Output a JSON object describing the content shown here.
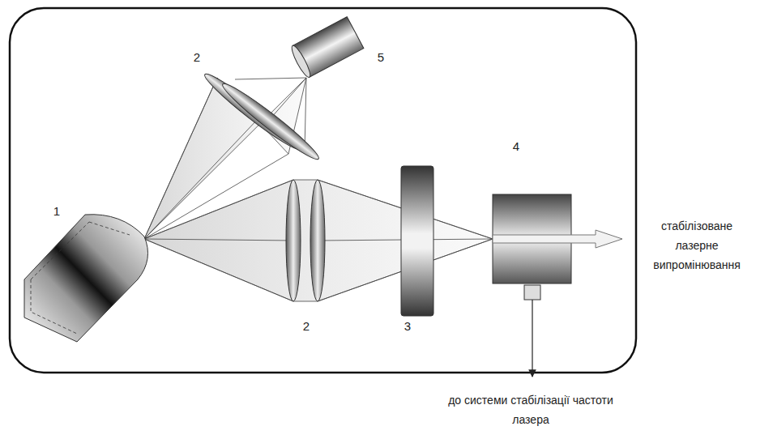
{
  "diagram": {
    "labels": [
      "2",
      "5",
      "1",
      "2",
      "3",
      "4",
      "стабілізоване лазерне випромінювання",
      "до системи стабілізації частоти лазера"
    ]
  }
}
